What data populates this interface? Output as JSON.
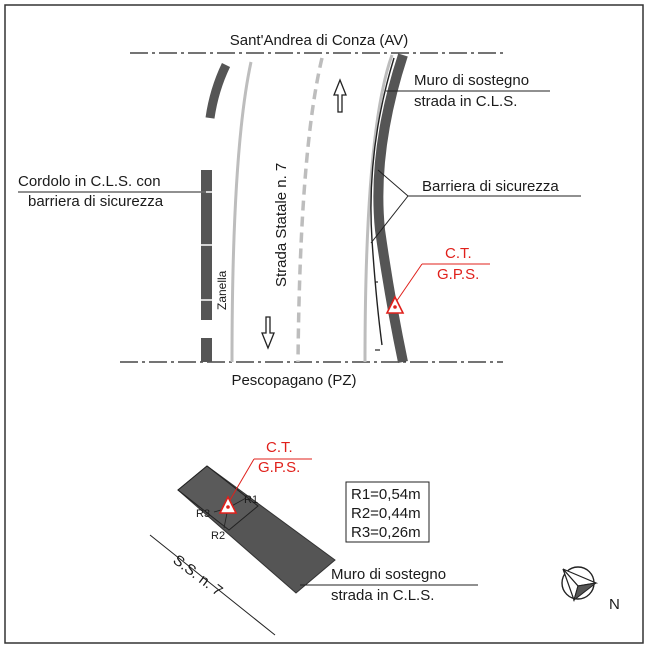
{
  "plan": {
    "north_place": "Sant'Andrea di Conza (AV)",
    "south_place": "Pescopagano (PZ)",
    "road_name": "Strada Statale n. 7",
    "gutter_label": "Zanella",
    "left_callout": {
      "line1": "Cordolo in C.L.S. con",
      "line2": "barriera di sicurezza"
    },
    "wall_callout": {
      "line1": "Muro di sostegno",
      "line2": "strada in C.L.S."
    },
    "barrier_callout": "Barriera di sicurezza",
    "point_callout": {
      "line1": "C.T.",
      "line2": "G.P.S."
    }
  },
  "detail": {
    "point_callout": {
      "line1": "C.T.",
      "line2": "G.P.S."
    },
    "radius_labels": {
      "r1": "R1",
      "r2": "R2",
      "r3": "R3"
    },
    "radii_legend": [
      "R1=0,54m",
      "R2=0,44m",
      "R3=0,26m"
    ],
    "road_label": "S.S. n. 7",
    "wall_callout": {
      "line1": "Muro di sostegno",
      "line2": "strada in C.L.S."
    }
  },
  "north_arrow": {
    "label": "N",
    "icon": "north-arrow-icon"
  },
  "colors": {
    "ink": "#1a1a1a",
    "structure": "#555555",
    "road_line": "#bdbdbd",
    "gps": "#e0201b"
  }
}
